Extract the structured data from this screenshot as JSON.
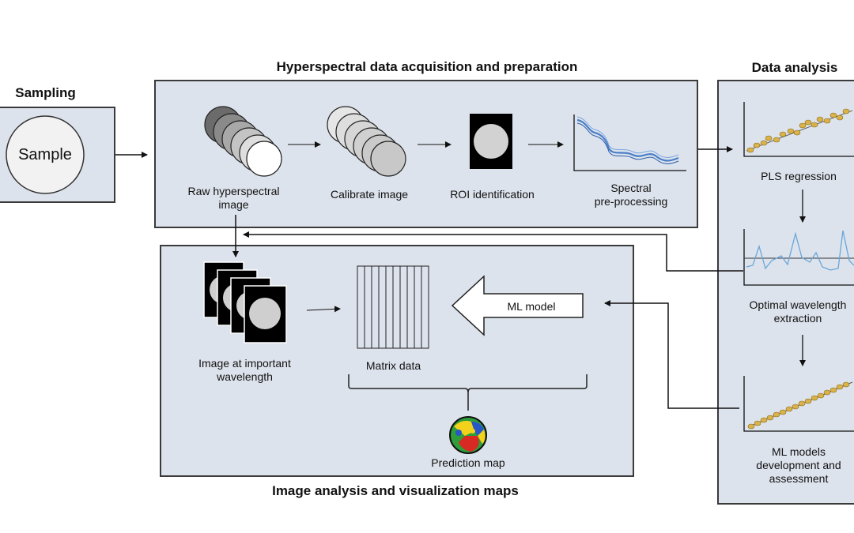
{
  "sections": {
    "sampling": "Sampling",
    "acquisition": "Hyperspectral data acquisition and preparation",
    "analysis": "Data analysis",
    "image_analysis": "Image analysis and visualization maps"
  },
  "sample_label": "Sample",
  "steps": {
    "raw": [
      "Raw hyperspectral",
      "image"
    ],
    "calibrate": "Calibrate image",
    "roi": "ROI identification",
    "spectral": [
      "Spectral",
      "pre-processing"
    ]
  },
  "analysis_steps": {
    "pls": "PLS regression",
    "optimal": [
      "Optimal wavelength",
      "extraction"
    ],
    "ml": [
      "ML models",
      "development and",
      "assessment"
    ]
  },
  "image_steps": {
    "important": [
      "Image at important",
      "wavelength"
    ],
    "matrix": "Matrix data",
    "ml_model": "ML model",
    "prediction": "Prediction map"
  },
  "colors": {
    "panel_bg": "#dde3ec",
    "spectral_line": "#4a7fc8",
    "scatter_point": "#d9b24a",
    "prediction_colors": [
      "#2e9d3a",
      "#f2d21b",
      "#2857c8",
      "#d82a22"
    ]
  }
}
